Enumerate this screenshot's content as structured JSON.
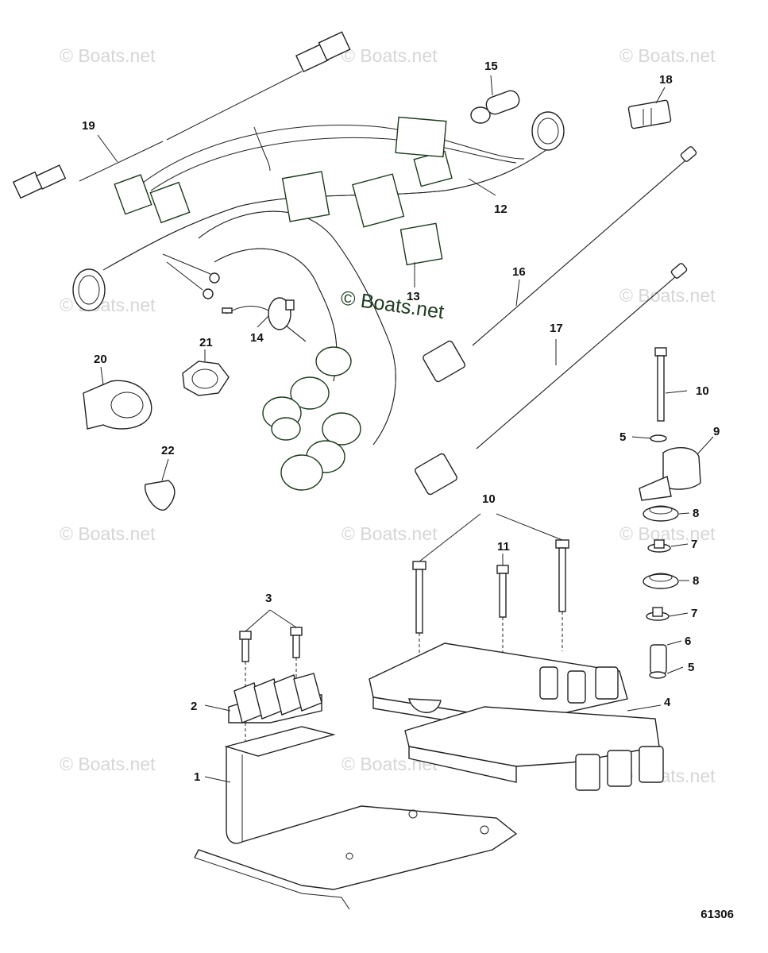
{
  "watermark": "© Boats.net",
  "center_watermark": "© Boats.net",
  "figure_number": "61306",
  "callouts": [
    "1",
    "2",
    "3",
    "4",
    "5",
    "5",
    "6",
    "7",
    "7",
    "8",
    "8",
    "9",
    "10",
    "10",
    "11",
    "12",
    "13",
    "14",
    "15",
    "16",
    "17",
    "18",
    "19",
    "20",
    "21",
    "22"
  ]
}
